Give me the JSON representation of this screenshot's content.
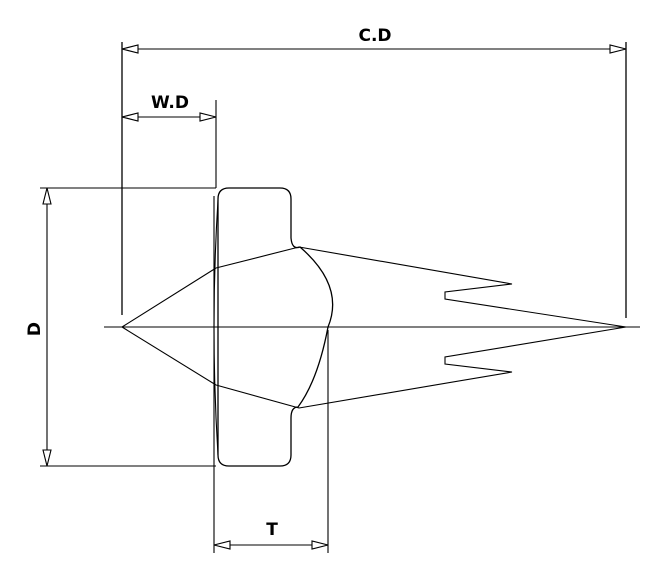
{
  "diagram": {
    "labels": {
      "conjugate_distance": "C.D",
      "working_distance": "W.D",
      "diameter": "D",
      "thickness": "T"
    },
    "line_color": "#000000",
    "background": "#ffffff"
  }
}
